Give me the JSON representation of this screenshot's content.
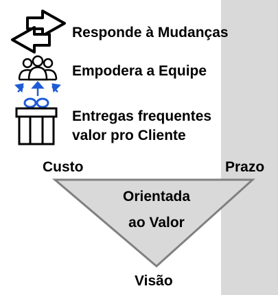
{
  "features": [
    {
      "icon": "swap-arrows-icon",
      "label": "Responde à Mudanças"
    },
    {
      "icon": "team-empower-icon",
      "label": "Empodera a Equipe"
    },
    {
      "icon": "gift-icon",
      "label_line1": "Entregas frequentes",
      "label_line2": "valor pro Cliente"
    }
  ],
  "triangle": {
    "left_label": "Custo",
    "right_label": "Prazo",
    "bottom_label": "Visão",
    "center_line1": "Orientada",
    "center_line2": "ao Valor",
    "fill": "#d9d9d9",
    "stroke": "#808080"
  },
  "colors": {
    "accent": "#1f5bd6",
    "side_panel": "#d9d9d9"
  }
}
